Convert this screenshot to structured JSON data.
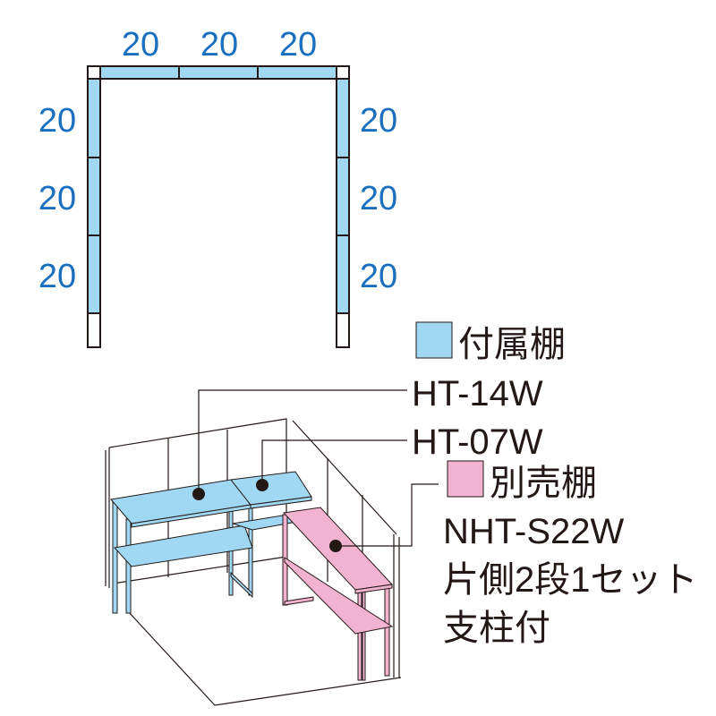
{
  "dimensions": {
    "top": [
      "20",
      "20",
      "20"
    ],
    "left": [
      "20",
      "20",
      "20"
    ],
    "right": [
      "20",
      "20",
      "20"
    ]
  },
  "legend": {
    "included_shelf": {
      "label": "付属棚",
      "color": "#a0d8f4",
      "models": [
        "HT-14W",
        "HT-07W"
      ]
    },
    "optional_shelf": {
      "label": "別売棚",
      "color": "#f2b3d0",
      "model": "NHT-S22W",
      "notes": [
        "片側2段1セット",
        "支柱付"
      ]
    }
  },
  "colors": {
    "dimension_text": "#1a6fbf",
    "line": "#231815"
  }
}
